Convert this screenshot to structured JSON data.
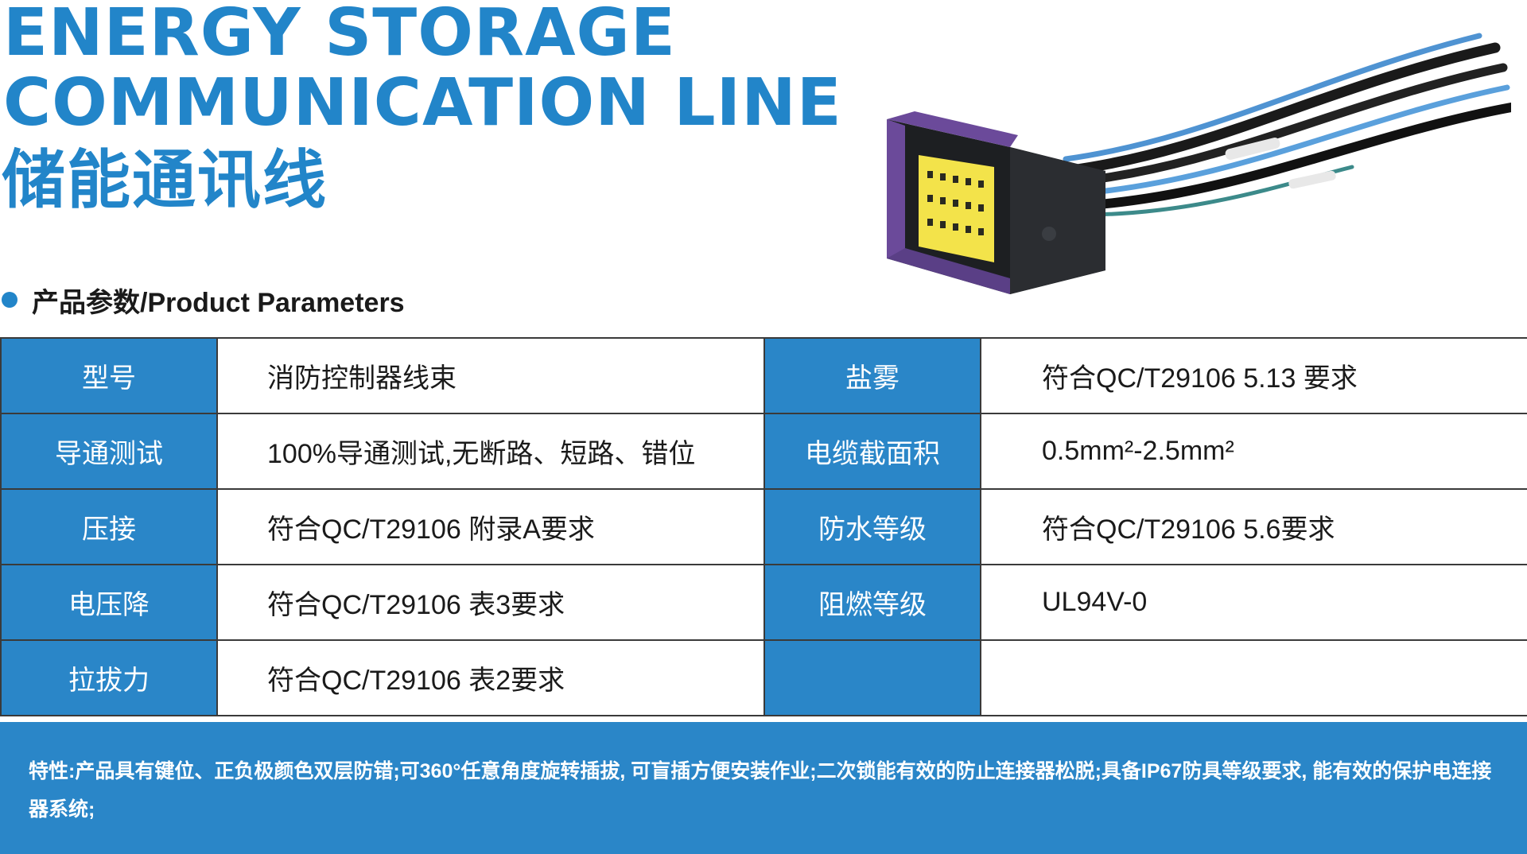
{
  "title": {
    "line1": "ENERGY STORAGE",
    "line2": "COMMUNICATION LINE",
    "cn": "储能通讯线"
  },
  "section": {
    "label": "产品参数/Product Parameters"
  },
  "parameters": [
    {
      "label": "型号",
      "value": "消防控制器线束",
      "label2": "盐雾",
      "value2": "符合QC/T29106 5.13 要求"
    },
    {
      "label": "导通测试",
      "value": "100%导通测试,无断路、短路、错位",
      "label2": "电缆截面积",
      "value2": "0.5mm²-2.5mm²"
    },
    {
      "label": "压接",
      "value": "符合QC/T29106 附录A要求",
      "label2": "防水等级",
      "value2": "符合QC/T29106 5.6要求"
    },
    {
      "label": "电压降",
      "value": "符合QC/T29106 表3要求",
      "label2": "阻燃等级",
      "value2": "UL94V-0"
    },
    {
      "label": "拉拔力",
      "value": "符合QC/T29106 表2要求",
      "label2": "",
      "value2": ""
    }
  ],
  "features": {
    "text": "特性:产品具有键位、正负极颜色双层防错;可360°任意角度旋转插拔, 可盲插方便安装作业;二次锁能有效的防止连接器松脱;具备IP67防具等级要求, 能有效的保护电连接器系统;"
  },
  "colors": {
    "accent": "#2285c9",
    "cell_blue": "#2a86c8",
    "connector_body": "#1d1f22",
    "connector_purple": "#6b4a9a",
    "contact_block": "#f3e34a",
    "wire_blue": "#4f93d2"
  },
  "icons": {
    "bullet": "circle-bullet-icon",
    "product": "connector-harness-photo"
  }
}
